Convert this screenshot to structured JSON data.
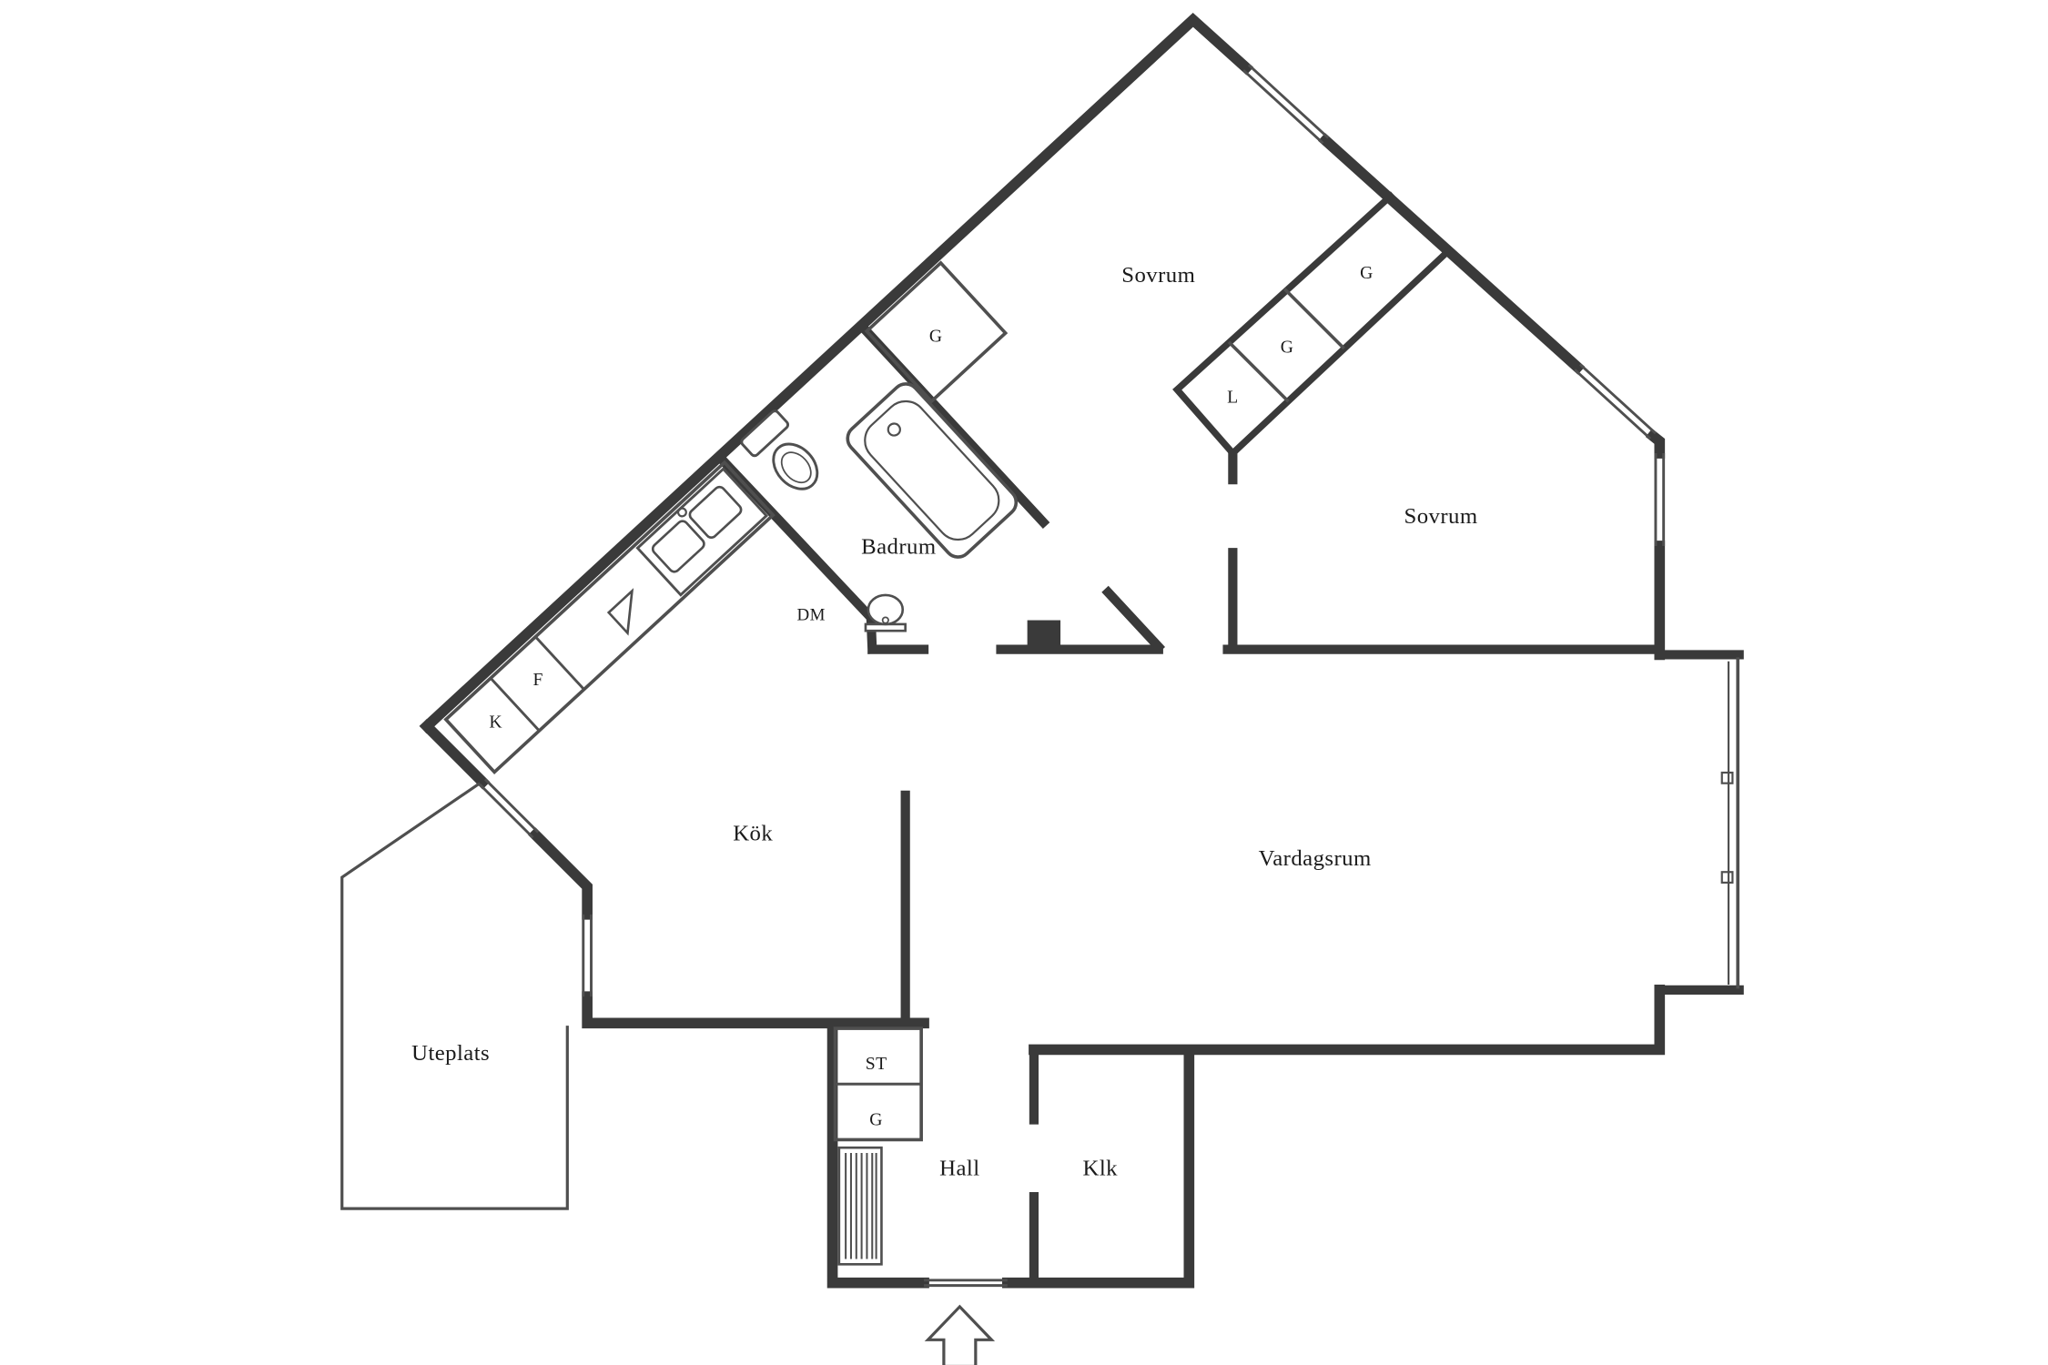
{
  "title": "Apartment floor plan",
  "colors": {
    "background": "#ffffff",
    "walls": "#3a3a3a",
    "thin_lines": "#4f4f4f",
    "text": "#1b1b1b"
  },
  "rooms": {
    "bedroom_1": "Sovrum",
    "bedroom_2": "Sovrum",
    "bathroom": "Badrum",
    "kitchen": "Kök",
    "living_room": "Vardagsrum",
    "patio": "Uteplats",
    "hall": "Hall",
    "walk_in_closet": "Klk"
  },
  "fixtures": {
    "wardrobe": "G",
    "linen_closet": "L",
    "storage": "ST",
    "dishwasher": "DM",
    "fridge": "K",
    "freezer": "F"
  }
}
